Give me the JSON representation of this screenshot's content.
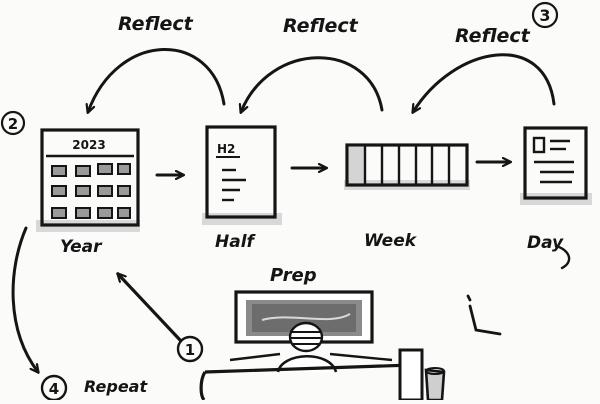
{
  "reflect_labels": [
    "Reflect",
    "Reflect",
    "Reflect"
  ],
  "stages": {
    "year": {
      "label": "Year",
      "calendar_year": "2023"
    },
    "half": {
      "label": "Half",
      "half_code": "H2"
    },
    "week": {
      "label": "Week"
    },
    "day": {
      "label": "Day"
    }
  },
  "prep_label": "Prep",
  "repeat_label": "Repeat",
  "step_numbers": [
    "1",
    "2",
    "3",
    "4"
  ],
  "colors": {
    "ink": "#151515",
    "wash": "#c9c9c9",
    "paper": "#fbfbfa"
  }
}
